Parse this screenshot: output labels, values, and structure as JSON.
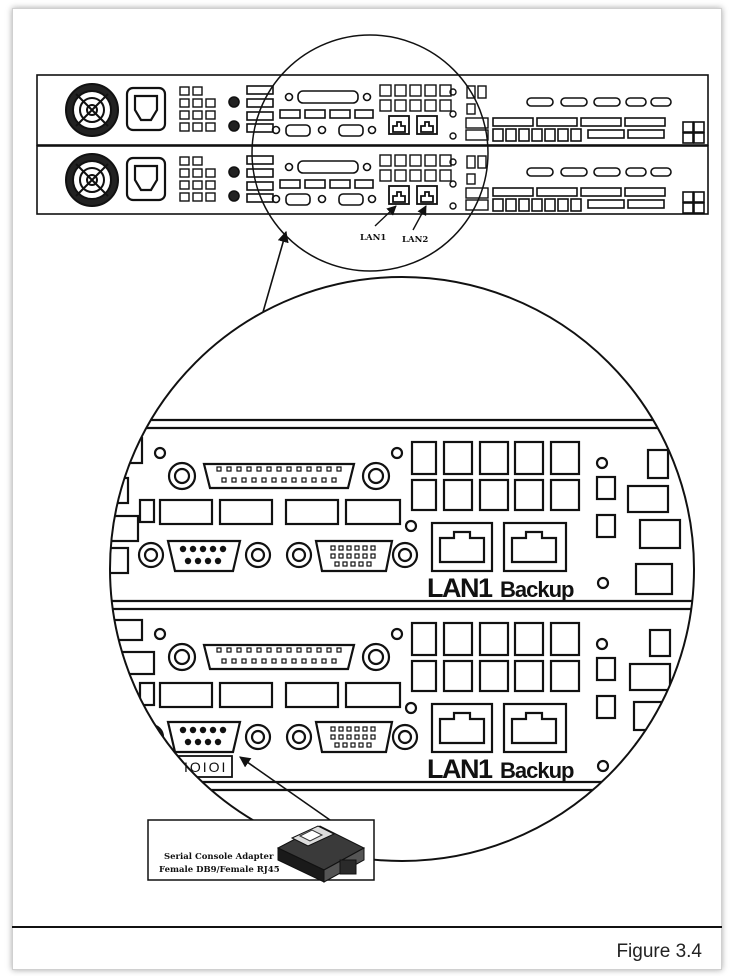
{
  "labels": {
    "small_lan1": "LAN1",
    "small_lan2": "LAN2",
    "zoom_top_lan1": "LAN1",
    "zoom_top_backup": "Backup",
    "zoom_bottom_lan1": "LAN1",
    "zoom_bottom_backup": "Backup",
    "console_port_marking": "IOIOI"
  },
  "adapter_box": {
    "line1": "Serial Console Adapter",
    "line2": "Female DB9/Female RJ45"
  },
  "caption": "Figure 3.4",
  "colors": {
    "line": "#111111",
    "background": "#ffffff"
  }
}
